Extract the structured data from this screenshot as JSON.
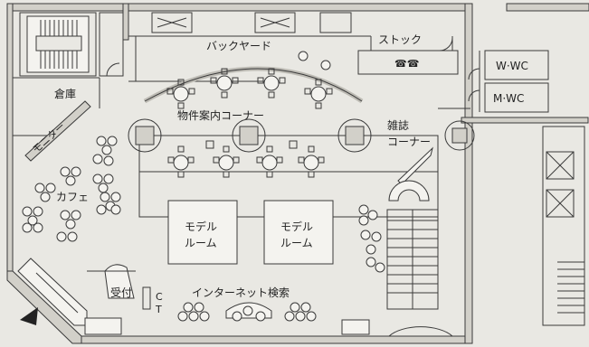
{
  "colors": {
    "background": "#e9e8e3",
    "wall": "#d2d0c9",
    "line": "#3a3a3a"
  },
  "labels": {
    "backyard": "バックヤード",
    "stock": "ストック",
    "storage": "倉庫",
    "monitor": "モニター",
    "property_corner": "物件案内コーナー",
    "magazine_1": "雑誌",
    "magazine_2": "コーナー",
    "cafe": "カフェ",
    "model_room_a_1": "モデル",
    "model_room_a_2": "ルーム",
    "model_room_b_1": "モデル",
    "model_room_b_2": "ルーム",
    "reception": "受付",
    "ct_c": "C",
    "ct_t": "T",
    "internet_search": "インターネット検索",
    "w_wc": "W·WC",
    "m_wc": "M·WC"
  },
  "icons": {
    "telephone": "☎☎",
    "entrance": "entrance-arrow-icon"
  }
}
